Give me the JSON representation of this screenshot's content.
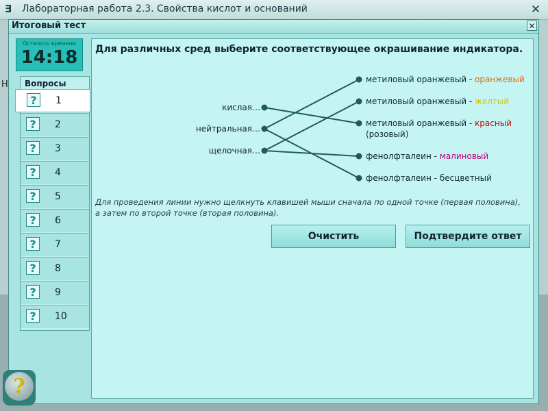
{
  "app": {
    "title": "Лабораторная работа 2.3. Свойства кислот и оснований",
    "icon": "app-logo-icon"
  },
  "dialog": {
    "title": "Итоговый тест",
    "close_label": "✕"
  },
  "timer": {
    "label": "Осталось времени",
    "value": "14:18"
  },
  "questions": {
    "header": "Вопросы",
    "active": 1,
    "items": [
      {
        "num": "1",
        "icon": "?"
      },
      {
        "num": "2",
        "icon": "?"
      },
      {
        "num": "3",
        "icon": "?"
      },
      {
        "num": "4",
        "icon": "?"
      },
      {
        "num": "5",
        "icon": "?"
      },
      {
        "num": "6",
        "icon": "?"
      },
      {
        "num": "7",
        "icon": "?"
      },
      {
        "num": "8",
        "icon": "?"
      },
      {
        "num": "9",
        "icon": "?"
      },
      {
        "num": "10",
        "icon": "?"
      }
    ]
  },
  "question_text": "Для различных сред выберите соответствующее окрашивание индикатора.",
  "matching": {
    "left": [
      "кислая…",
      "нейтральная…",
      "щелочная…"
    ],
    "right": [
      {
        "prefix": "метиловый оранжевый - ",
        "color_word": "оранжевый",
        "color": "#e86a00",
        "suffix": ""
      },
      {
        "prefix": "метиловый оранжевый - ",
        "color_word": "желтый",
        "color": "#d7c300",
        "suffix": ""
      },
      {
        "prefix": "метиловый оранжевый - ",
        "color_word": "красный",
        "color": "#d10000",
        "suffix": "(розовый)"
      },
      {
        "prefix": "фенолфталеин - ",
        "color_word": "малиновый",
        "color": "#c0007a",
        "suffix": ""
      },
      {
        "prefix": "фенолфталеин - ",
        "color_word": "бесцветный",
        "color": "#123333",
        "suffix": ""
      }
    ],
    "connections": [
      [
        0,
        2
      ],
      [
        1,
        0
      ],
      [
        1,
        4
      ],
      [
        2,
        1
      ],
      [
        2,
        3
      ]
    ],
    "line_color": "#1d5c5a"
  },
  "hint": "Для проведения линии нужно щелкнуть клавишей мыши сначала по одной точке (первая половина), а затем по второй точке (вторая половина).",
  "buttons": {
    "clear": "Очистить",
    "confirm": "Подтвердите ответ"
  },
  "help": {
    "icon": "help-question-icon",
    "glyph": "?"
  },
  "background": {
    "letter": "Н"
  }
}
